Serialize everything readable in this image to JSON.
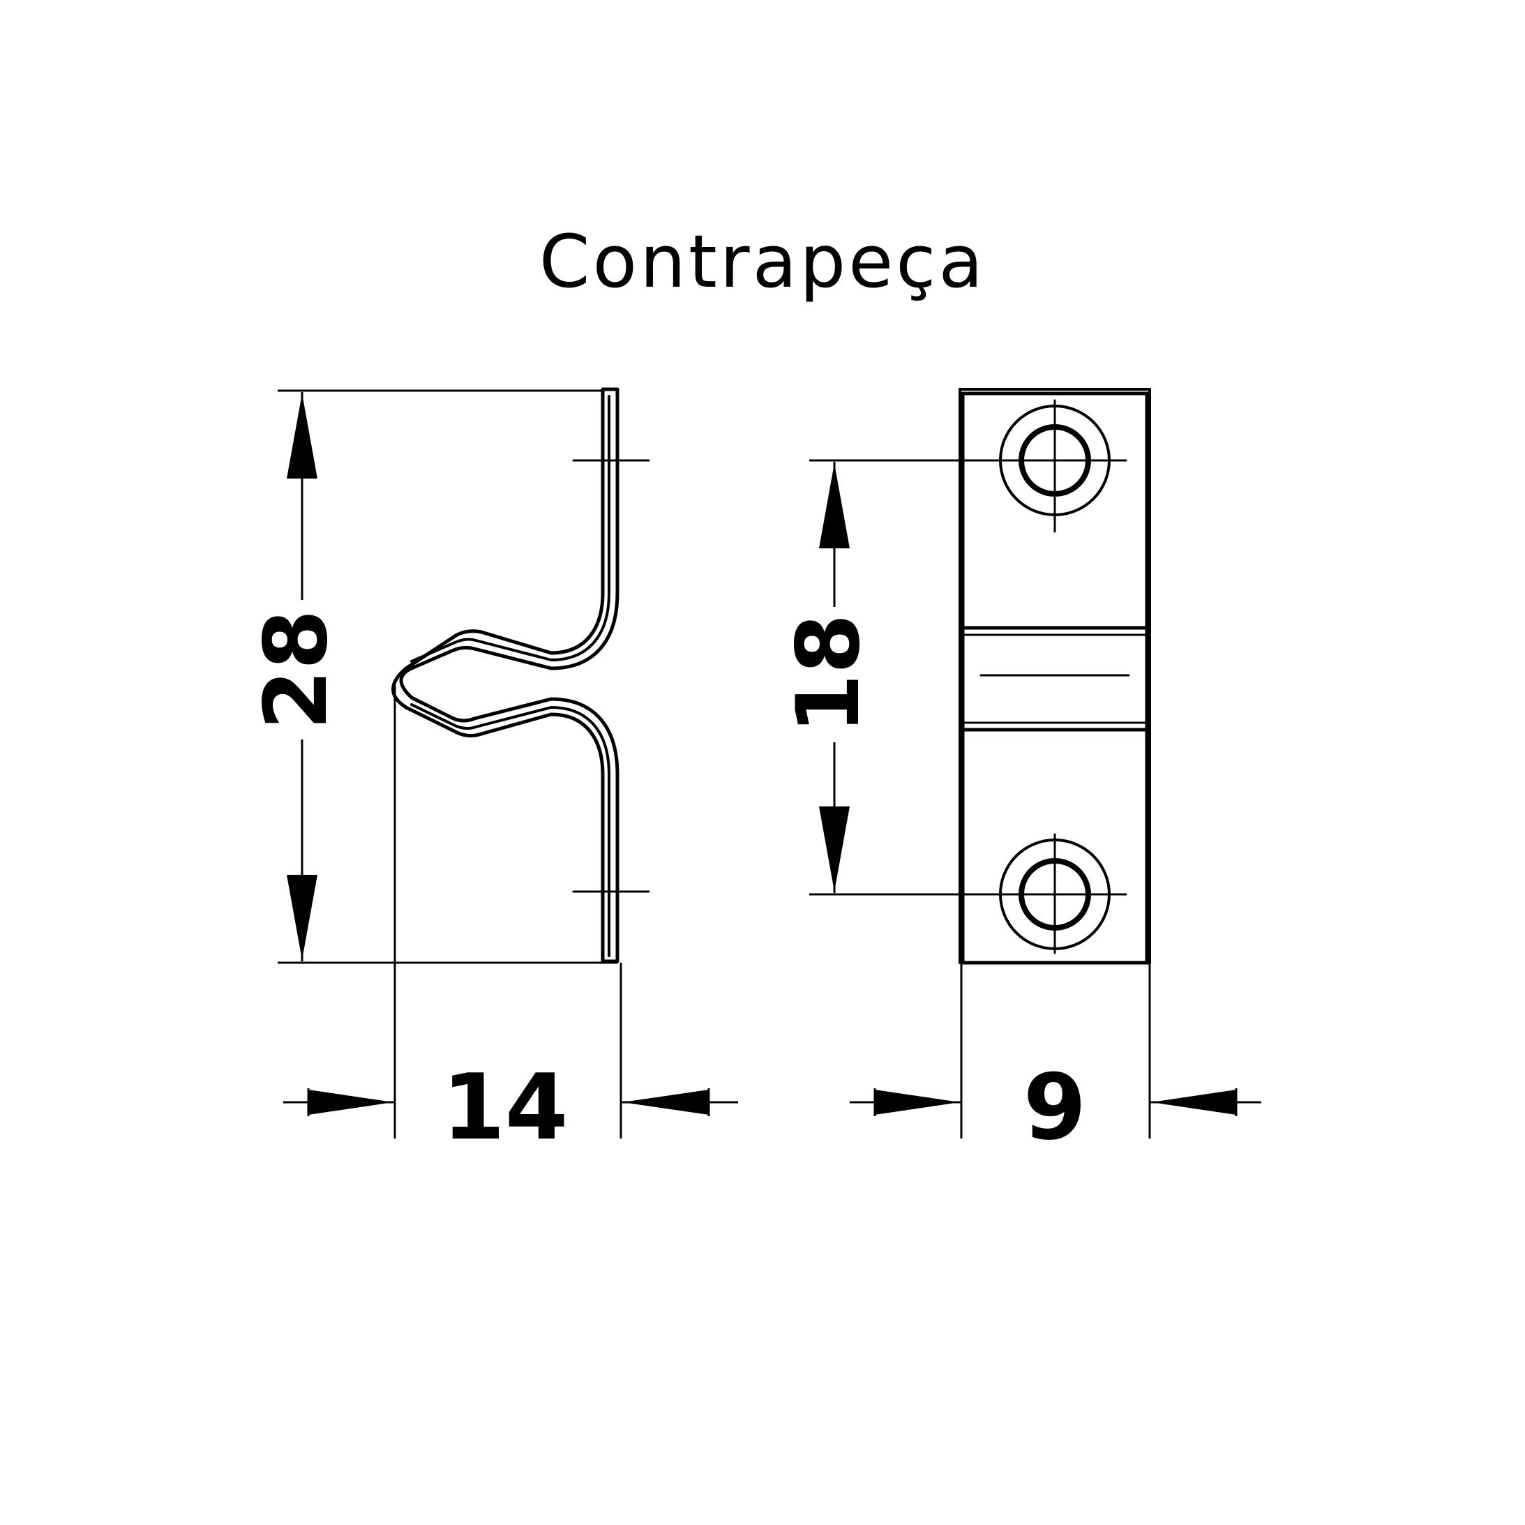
{
  "title": "Contrapeça",
  "dimensions": {
    "height_overall": "28",
    "hole_spacing": "18",
    "width_side": "14",
    "width_front": "9"
  },
  "colors": {
    "line": "#000000",
    "background": "#ffffff"
  }
}
